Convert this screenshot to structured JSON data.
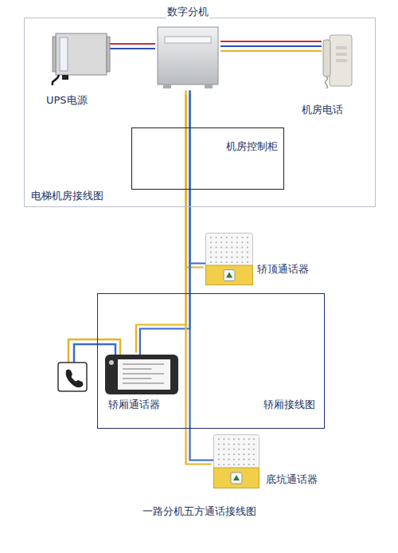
{
  "diagram": {
    "caption": "一路分机五方通话接线图",
    "nodes": [
      {
        "text": [
          "电梯机房接线图"
        ]
      },
      {
        "text": [
          "UPS电源"
        ],
        "in": 0
      },
      {
        "text": [
          "数字分机"
        ],
        "in": 0
      },
      {
        "text": [
          "机房电话"
        ],
        "in": 0
      },
      {
        "text": [
          "机房控制柜"
        ],
        "in": 0
      },
      {
        "text": [
          "轿顶通话器"
        ]
      },
      {
        "text": [
          "轿厢接线图"
        ]
      },
      {
        "text": [
          "轿厢通话器"
        ],
        "in": 6
      },
      {
        "text": [
          "底坑通话器"
        ]
      }
    ],
    "edges": [
      {
        "from": 2,
        "to": 1,
        "arrow": "none"
      },
      {
        "from": 2,
        "to": 3,
        "arrow": "none"
      },
      {
        "from": 2,
        "to": 5,
        "arrow": "none"
      },
      {
        "from": 2,
        "to": 7,
        "arrow": "none"
      },
      {
        "from": 2,
        "to": 8,
        "arrow": "none"
      }
    ]
  }
}
